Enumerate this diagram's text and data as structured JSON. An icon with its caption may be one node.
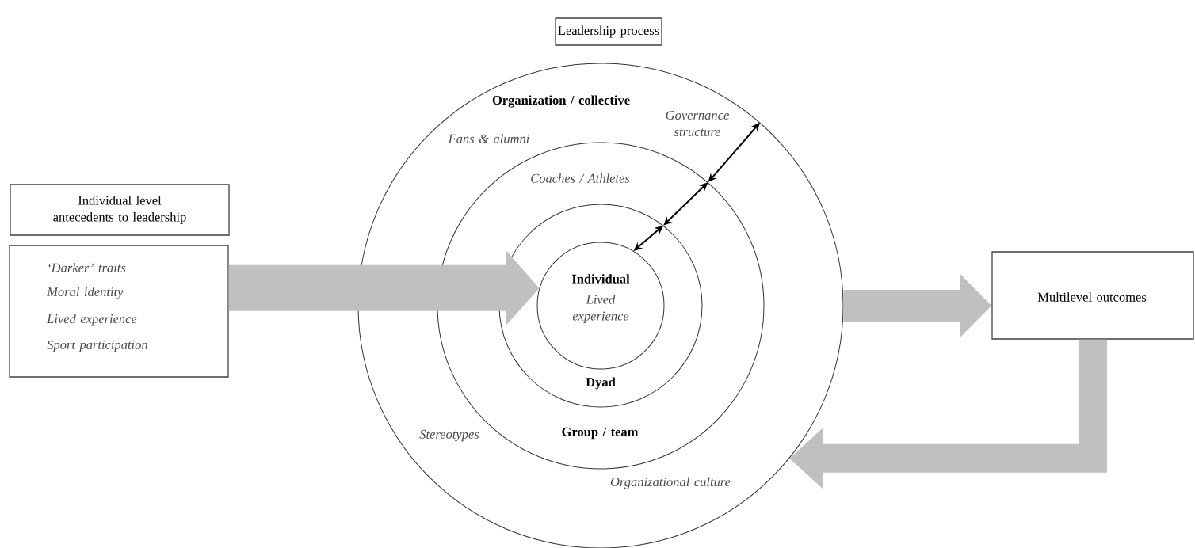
{
  "diagram": {
    "nodes": [
      {
        "text": [
          "Leadership process"
        ]
      },
      {
        "text": [
          "Individual level antecedents to leadership"
        ]
      },
      {
        "text": [
          "‘Darker’ traits",
          "Moral identity",
          "Lived experience",
          "Sport participation"
        ]
      },
      {
        "text": [
          "Organization / collective",
          "Fans & alumni",
          "Governance structure",
          "Stereotypes",
          "Organizational culture"
        ]
      },
      {
        "text": [
          "Coaches / Athletes",
          "Group / team"
        ],
        "in": 3
      },
      {
        "text": [
          "Dyad"
        ],
        "in": 4
      },
      {
        "text": [
          "Individual",
          "Lived experience"
        ],
        "in": 5
      },
      {
        "text": [
          "Multilevel outcomes"
        ]
      }
    ],
    "edges": [
      {
        "from": 2,
        "to": 6,
        "arrow": "to",
        "style": "thick",
        "color": "#c0c0c0"
      },
      {
        "from": 6,
        "to": 5,
        "arrow": "both",
        "color": "#000000"
      },
      {
        "from": 5,
        "to": 4,
        "arrow": "both",
        "color": "#000000"
      },
      {
        "from": 4,
        "to": 3,
        "arrow": "both",
        "color": "#000000"
      },
      {
        "from": 3,
        "to": 7,
        "arrow": "to",
        "style": "thick",
        "color": "#c0c0c0"
      },
      {
        "from": 7,
        "to": 3,
        "arrow": "to",
        "style": "thick",
        "color": "#c0c0c0"
      }
    ]
  }
}
